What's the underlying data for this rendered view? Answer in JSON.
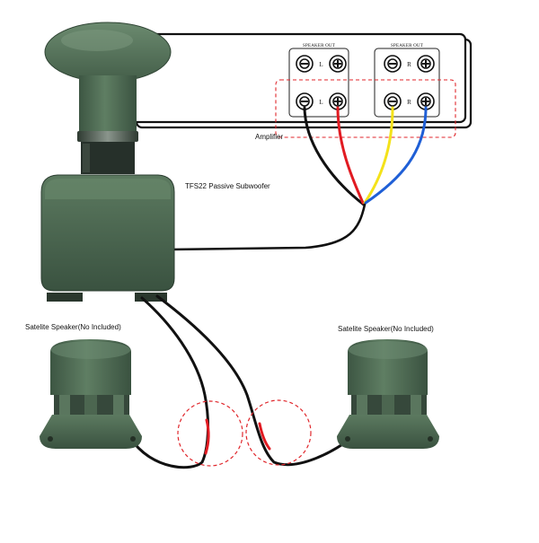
{
  "amplifier": {
    "label": "Amplifier",
    "terminal_group_left_title": "SPEAKER OUT",
    "terminal_group_right_title": "SPEAKER OUT",
    "left_channel": "L",
    "right_channel": "R",
    "minus_symbol": "−",
    "plus_symbol": "+"
  },
  "subwoofer": {
    "label": "TFS22 Passive Subwoofer"
  },
  "satellite_left": {
    "label": "Satelite Speaker(No Included)"
  },
  "satellite_right": {
    "label": "Satelite Speaker(No Included)"
  },
  "colors": {
    "wire_black": "#111111",
    "wire_red": "#e11b22",
    "wire_yellow": "#f4e21a",
    "wire_blue": "#1f5fd6",
    "highlight_dash": "#e0262b",
    "speaker_green": "#4f6b52",
    "speaker_green_dark": "#3a5240"
  }
}
